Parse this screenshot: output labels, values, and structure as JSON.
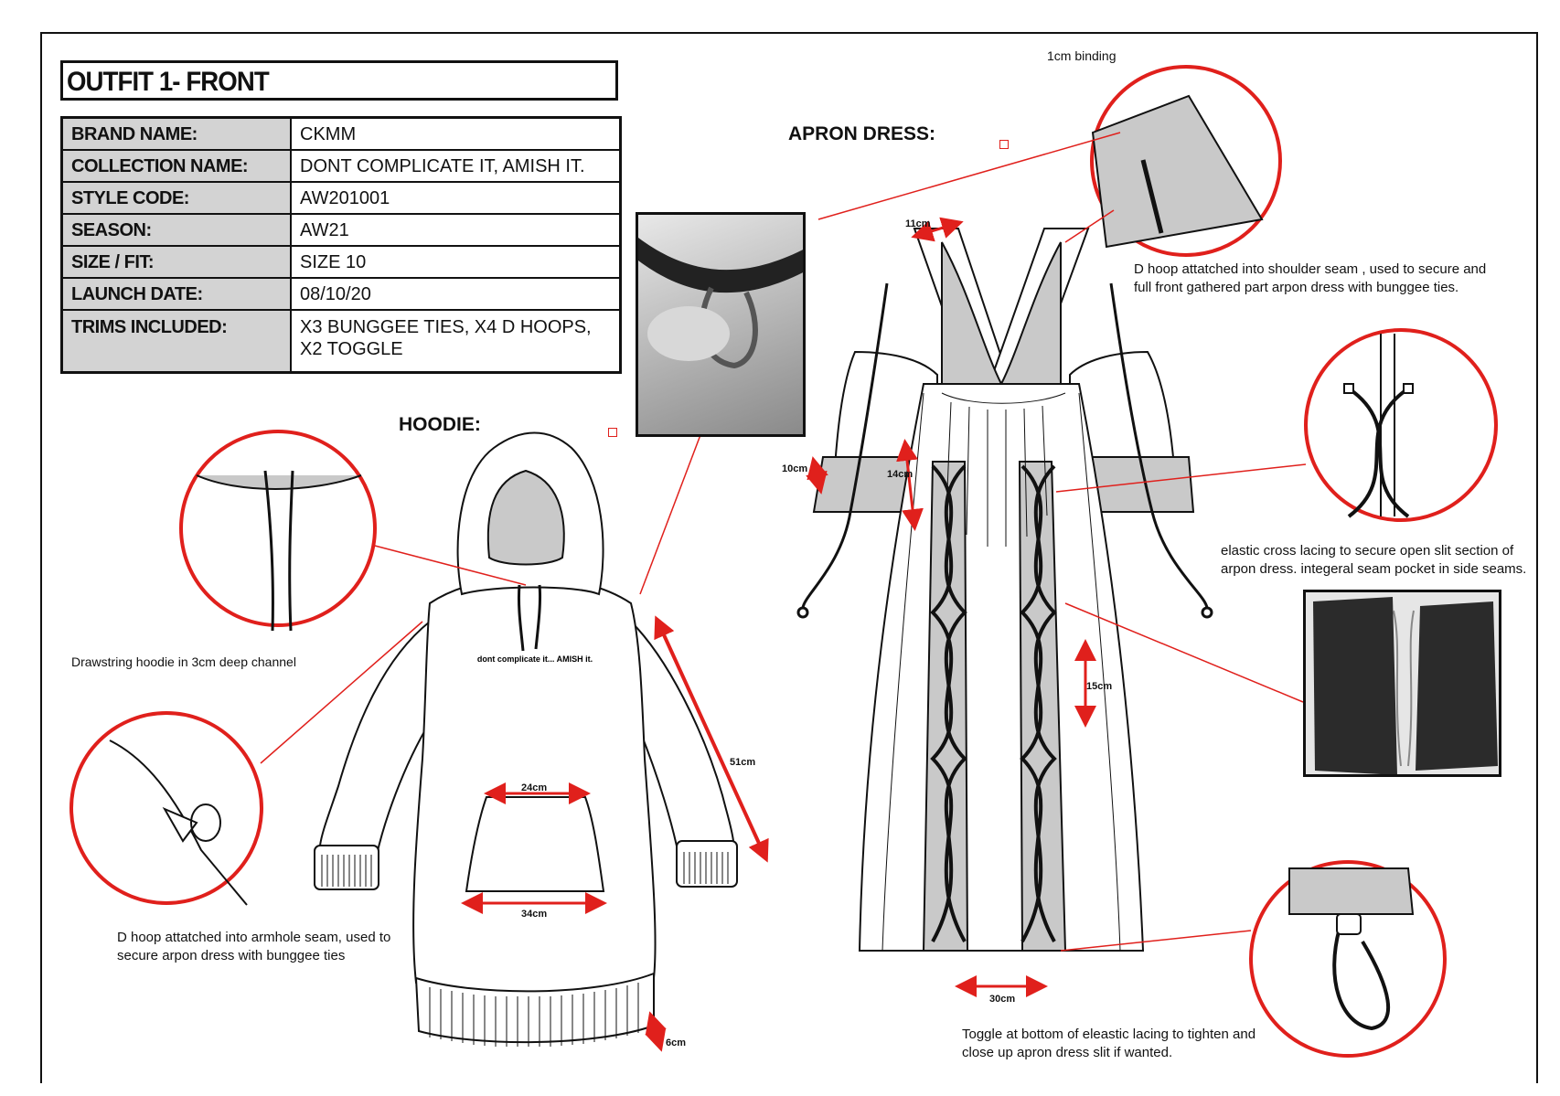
{
  "sheet": {
    "title": "OUTFIT 1- FRONT",
    "spec_rows": [
      {
        "key": "BRAND NAME:",
        "value": "CKMM"
      },
      {
        "key": "COLLECTION NAME:",
        "value": "DONT COMPLICATE IT, AMISH IT."
      },
      {
        "key": "STYLE CODE:",
        "value": "AW201001"
      },
      {
        "key": "SEASON:",
        "value": "AW21"
      },
      {
        "key": "SIZE / FIT:",
        "value": "SIZE 10"
      },
      {
        "key": "LAUNCH DATE:",
        "value": "08/10/20"
      },
      {
        "key": "TRIMS INCLUDED:",
        "value": "X3 BUNGGEE TIES, X4 D HOOPS, X2 TOGGLE"
      }
    ]
  },
  "hoodie": {
    "heading": "HOODIE:",
    "logo_text": "dont complicate it... AMISH it.",
    "measurements": {
      "pocket_top": "24cm",
      "pocket_bottom": "34cm",
      "length": "51cm",
      "hem": "6cm"
    },
    "notes": {
      "drawstring": "Drawstring hoodie in 3cm deep channel",
      "d_hoop": "D hoop attatched into armhole seam, used to secure arpon dress with bunggee ties"
    }
  },
  "apron": {
    "heading": "APRON DRESS:",
    "measurements": {
      "shoulder": "11cm",
      "sleeve": "10cm",
      "side": "14cm",
      "lacing": "15cm",
      "hem": "30cm"
    },
    "notes": {
      "binding": "1cm binding",
      "d_hoop": "D hoop attatched into shoulder seam , used to secure and full front gathered part arpon dress with bunggee ties.",
      "lacing": "elastic cross lacing to secure open slit section of arpon dress. integeral seam pocket in side seams.",
      "toggle": "Toggle at bottom of eleastic lacing to tighten and close up apron dress slit if wanted."
    }
  },
  "colors": {
    "callout": "#e0201c",
    "fill_grey": "#c9c9c9",
    "ink": "#111111"
  }
}
